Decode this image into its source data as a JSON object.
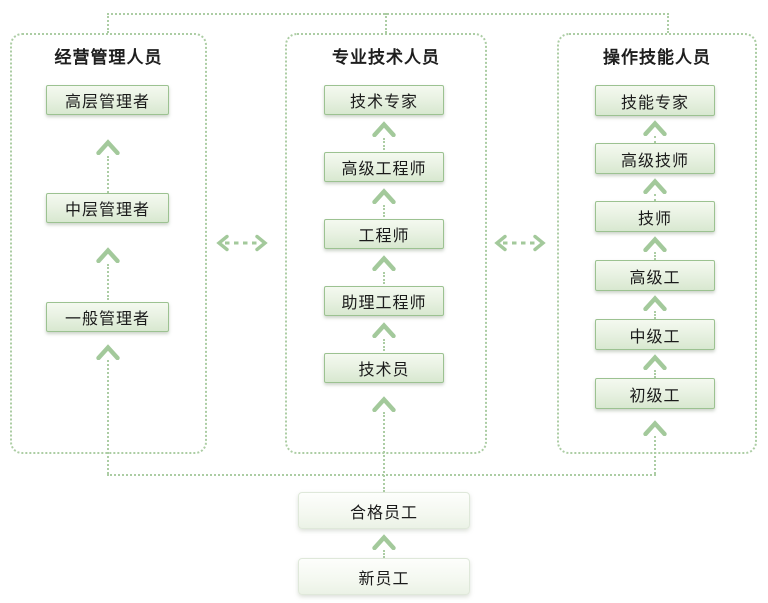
{
  "diagram": {
    "type": "career-ladder",
    "columns": [
      {
        "id": "management",
        "title": "经营管理人员",
        "levels": [
          "高层管理者",
          "中层管理者",
          "一般管理者"
        ]
      },
      {
        "id": "professional",
        "title": "专业技术人员",
        "levels": [
          "技术专家",
          "高级工程师",
          "工程师",
          "助理工程师",
          "技术员"
        ]
      },
      {
        "id": "skills",
        "title": "操作技能人员",
        "levels": [
          "技能专家",
          "高级技师",
          "技师",
          "高级工",
          "中级工",
          "初级工"
        ]
      }
    ],
    "base_levels": [
      "合格员工",
      "新员工"
    ],
    "icons": {
      "up_arrow": "chevron-up",
      "column_transfer": "double-headed-dashed-arrow"
    },
    "colors": {
      "background": "#ffffff",
      "dashed_line": "#accda4",
      "arrow": "#a3c99b",
      "box_border": "#9cc291",
      "box_fill_top": "#f4f9f0",
      "box_fill_bottom": "#d8e8d0",
      "base_box_border": "#dfe8da",
      "base_box_fill": "#f4f8f0",
      "text": "#1b1b1b"
    }
  }
}
